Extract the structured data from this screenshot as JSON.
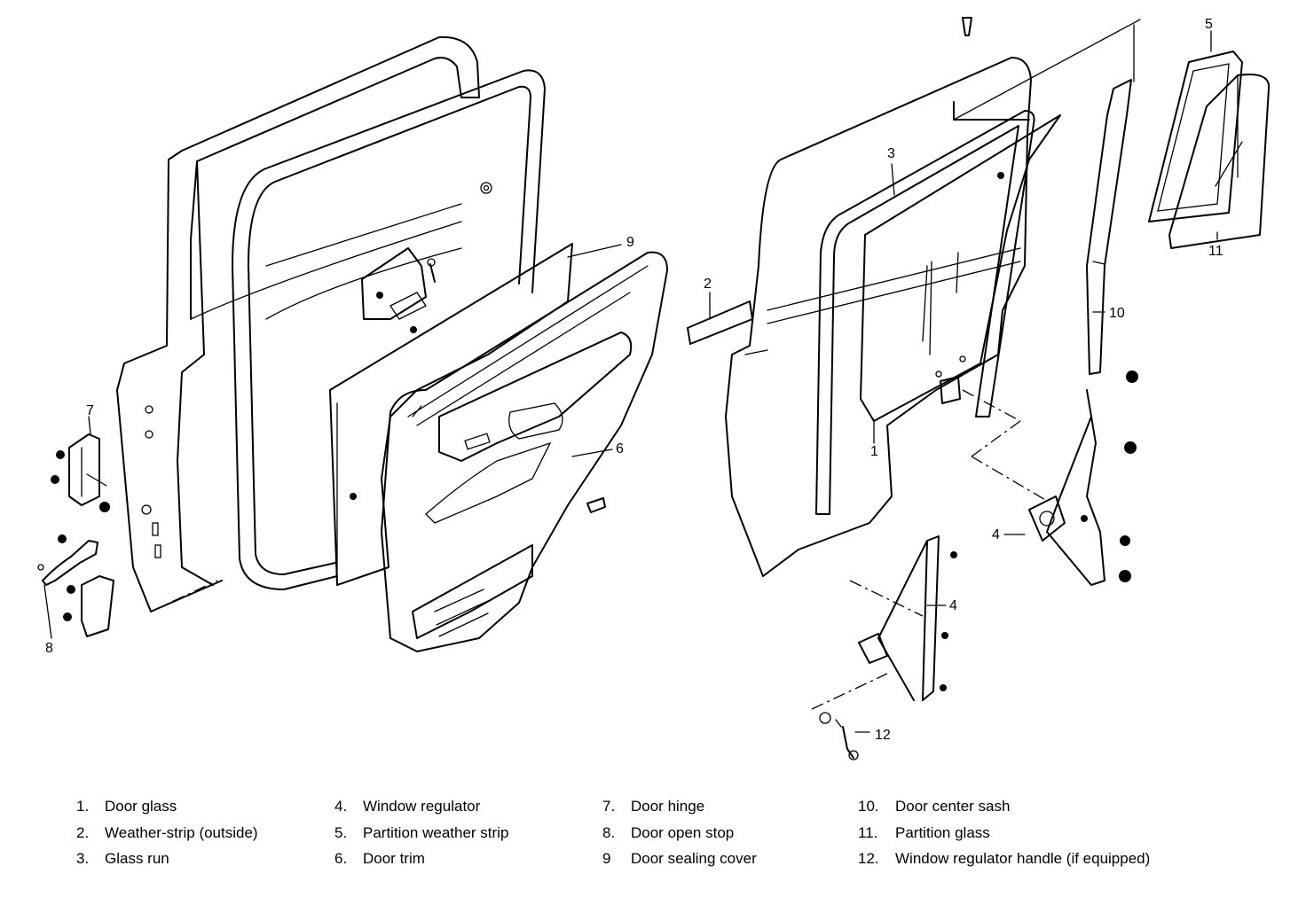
{
  "callouts": {
    "c1": "1",
    "c2": "2",
    "c3": "3",
    "c4a": "4",
    "c4b": "4",
    "c5": "5",
    "c6": "6",
    "c7": "7",
    "c8": "8",
    "c9": "9",
    "c10": "10",
    "c11": "11",
    "c12": "12"
  },
  "legend": [
    {
      "num": "1.",
      "text": "Door glass"
    },
    {
      "num": "2.",
      "text": "Weather-strip (outside)"
    },
    {
      "num": "3.",
      "text": "Glass run"
    },
    {
      "num": "4.",
      "text": "Window regulator"
    },
    {
      "num": "5.",
      "text": "Partition weather strip"
    },
    {
      "num": "6.",
      "text": "Door trim"
    },
    {
      "num": "7.",
      "text": "Door hinge"
    },
    {
      "num": "8.",
      "text": "Door open stop"
    },
    {
      "num": "9",
      "text": "Door sealing cover"
    },
    {
      "num": "10.",
      "text": "Door center sash"
    },
    {
      "num": "11.",
      "text": "Partition glass"
    },
    {
      "num": "12.",
      "text": "Window regulator handle (if equipped)"
    }
  ]
}
